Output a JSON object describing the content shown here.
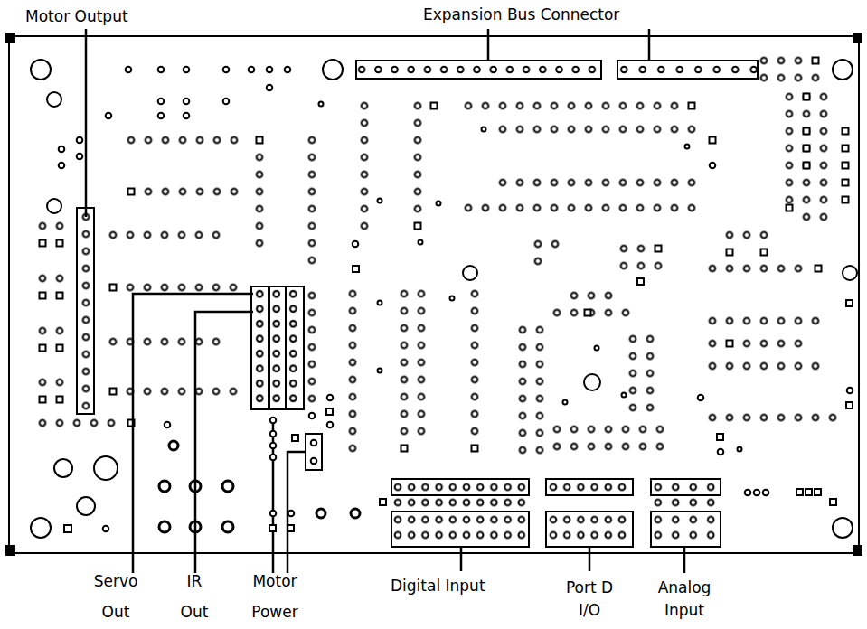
{
  "diagram": {
    "labels": [
      "Motor Output",
      "Expansion Bus Connector",
      "Servo Out",
      "IR Out",
      "Motor Power",
      "Digital Input",
      "Port D I/O",
      "Analog Input"
    ]
  }
}
